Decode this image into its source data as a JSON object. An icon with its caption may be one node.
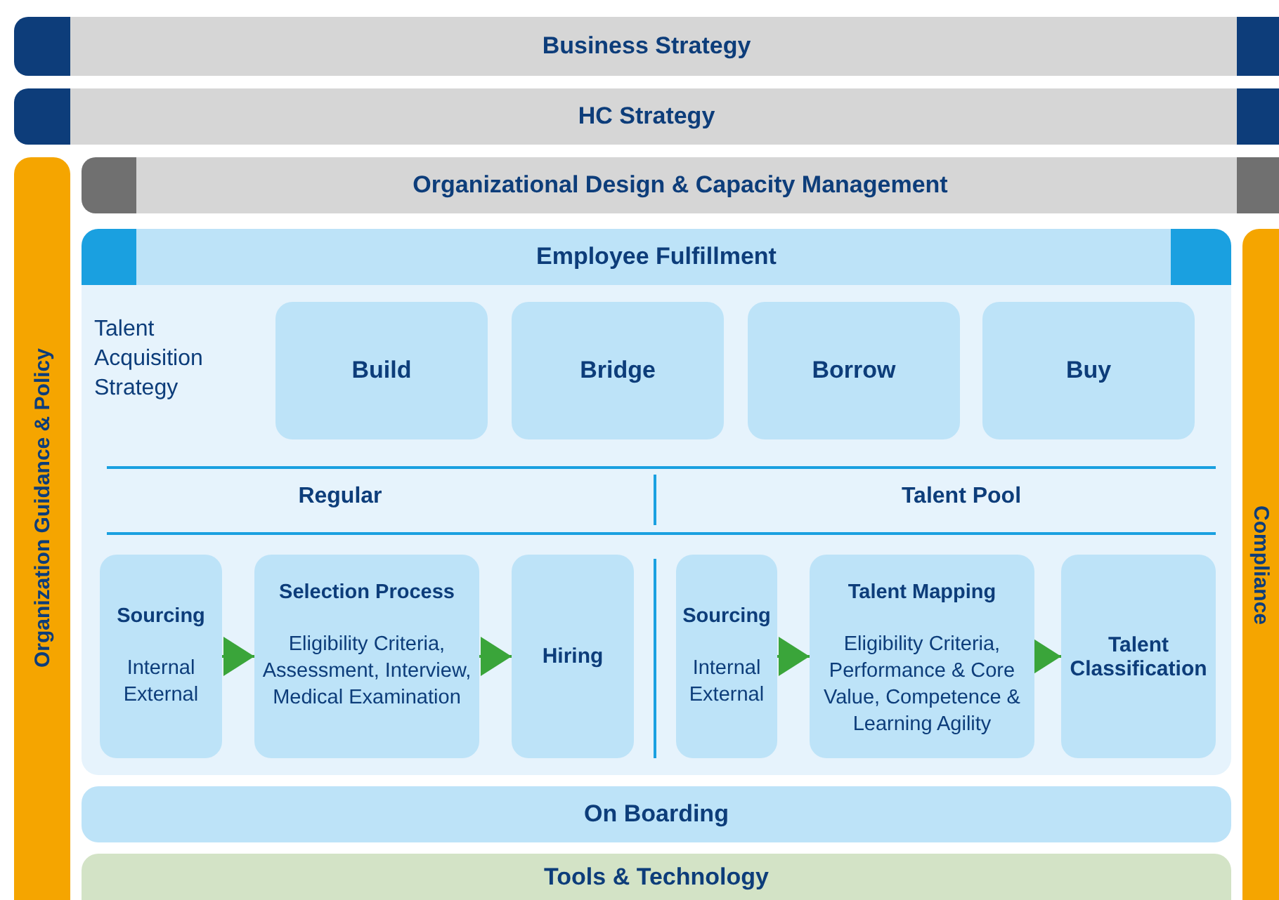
{
  "diagram": {
    "nodes": [
      {
        "text": [
          "Business Strategy"
        ]
      },
      {
        "text": [
          "HC Strategy"
        ]
      },
      {
        "text": [
          "Organization Guidance & Policy"
        ]
      },
      {
        "text": [
          "Organizational Design & Capacity Management"
        ]
      },
      {
        "text": [],
        "shape": "box"
      },
      {
        "text": [
          "Employee Fulfillment"
        ],
        "in": 4
      },
      {
        "text": [
          "Compliance"
        ]
      },
      {
        "text": [
          "Build"
        ],
        "in": 4
      },
      {
        "text": [
          "Bridge"
        ],
        "in": 4
      },
      {
        "text": [
          "Borrow"
        ],
        "in": 4
      },
      {
        "text": [
          "Buy"
        ],
        "in": 4
      },
      {
        "text": [
          "Sourcing",
          "Internal External"
        ],
        "in": 4
      },
      {
        "text": [
          "Selection Process",
          "Eligibility Criteria, Assessment, Interview, Medical Examination"
        ],
        "in": 4
      },
      {
        "text": [
          "Hiring"
        ],
        "in": 4
      },
      {
        "text": [
          "Sourcing",
          "Internal External"
        ],
        "in": 4
      },
      {
        "text": [
          "Talent Mapping",
          "Eligibility Criteria, Performance & Core Value, Competence & Learning Agility"
        ],
        "in": 4
      },
      {
        "text": [
          "Talent Classification"
        ],
        "in": 4
      },
      {
        "text": [
          "On Boarding"
        ]
      },
      {
        "text": [
          "Tools & Technology"
        ]
      }
    ],
    "edges": [
      {
        "from": 11,
        "to": 12,
        "arrow": "to"
      },
      {
        "from": 12,
        "to": 13,
        "arrow": "to"
      },
      {
        "from": 14,
        "to": 15,
        "arrow": "to"
      },
      {
        "from": 15,
        "to": 16,
        "arrow": "to"
      }
    ],
    "labels": [
      "Talent Acquisition Strategy",
      "Regular",
      "Talent Pool"
    ]
  }
}
